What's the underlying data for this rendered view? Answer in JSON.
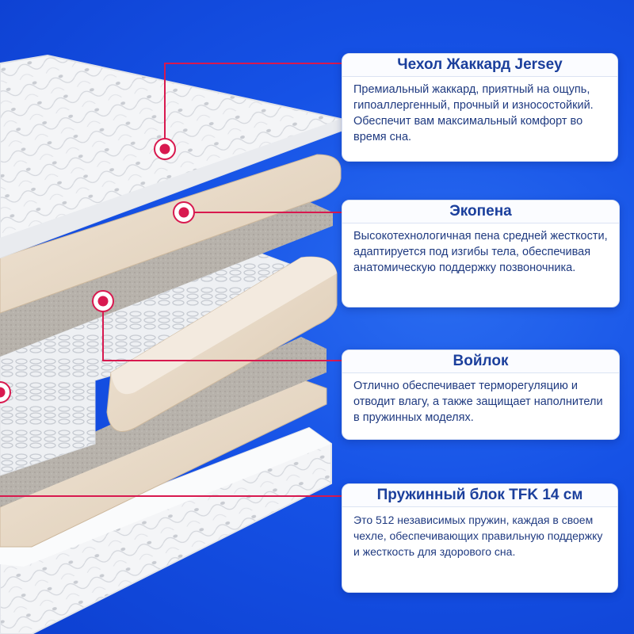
{
  "layers": [
    {
      "id": "cover",
      "title": "Чехол Жаккард Jersey",
      "text": "Премиальный жаккард, приятный на ощупь, гипоаллергенный, прочный и износостойкий. Обеспечит вам максимальный комфорт во время сна."
    },
    {
      "id": "ecofoam",
      "title": "Экопена",
      "text": "Высокотехнологичная пена средней жесткости, адаптируется под изгибы тела, обеспечивая анатомическую поддержку позвоночника."
    },
    {
      "id": "felt",
      "title": "Войлок",
      "text": "Отлично обеспечивает терморегуляцию и отводит влагу, а также защищает наполнители в пружинных моделях."
    },
    {
      "id": "spring",
      "title": "Пружинный блок TFK 14 см",
      "text": "Это 512 независимых пружин, каждая в своем чехле, обеспечивающих правильную поддержку и жесткость для здорового сна."
    }
  ],
  "colors": {
    "background": "#1652e6",
    "accent": "#d8194f",
    "title_text": "#1b3f9c",
    "body_text": "#1f3a80",
    "cream_layer": "#e8d9c6",
    "felt_layer": "#b9b4ad"
  }
}
